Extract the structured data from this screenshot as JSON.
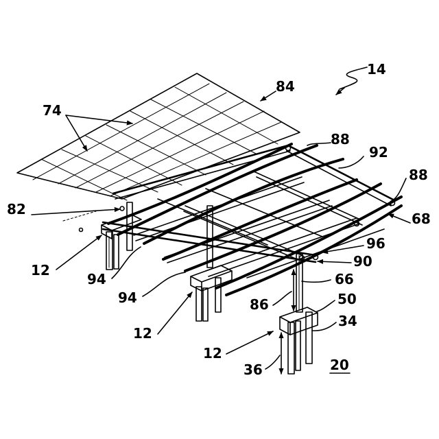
{
  "labels": {
    "l14": "14",
    "l84": "84",
    "l74": "74",
    "l88a": "88",
    "l92": "92",
    "l88b": "88",
    "l82": "82",
    "l68": "68",
    "l96": "96",
    "l12a": "12",
    "l90": "90",
    "l94a": "94",
    "l66": "66",
    "l94b": "94",
    "l86": "86",
    "l50": "50",
    "l34": "34",
    "l12b": "12",
    "l12c": "12",
    "l36": "36",
    "l20": "20"
  },
  "colors": {
    "ink": "#000000",
    "paper": "#ffffff"
  }
}
